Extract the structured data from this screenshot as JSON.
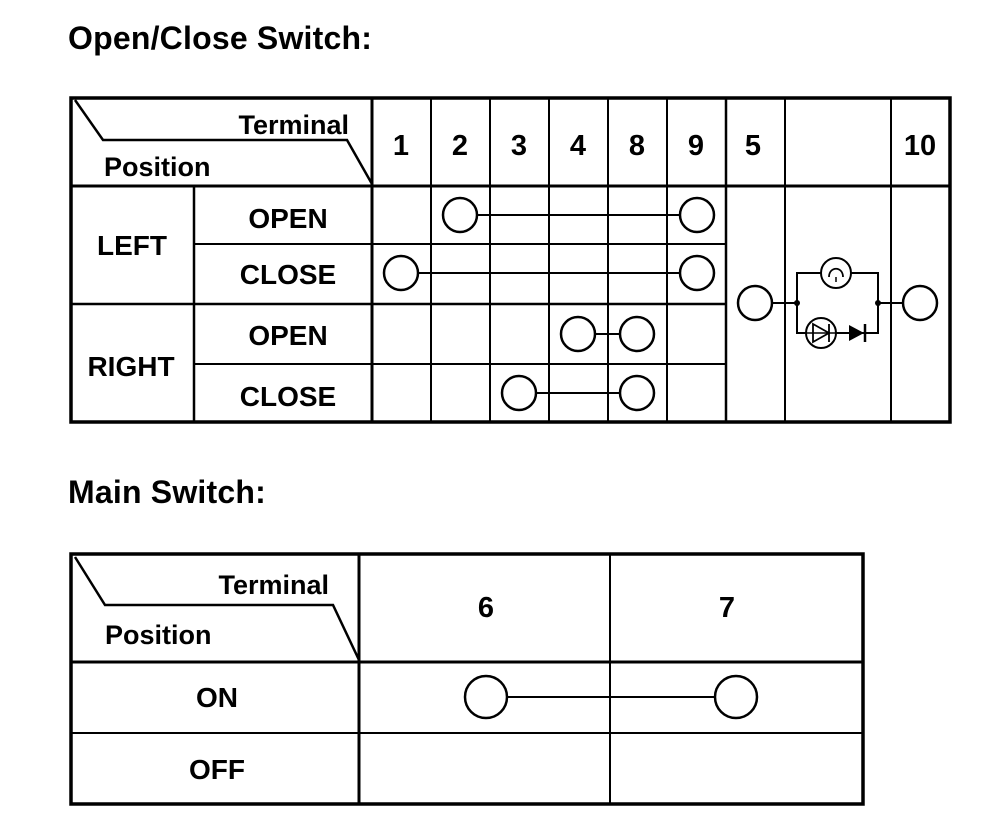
{
  "open_close_switch": {
    "title": "Open/Close Switch:",
    "header_terminal": "Terminal",
    "header_position": "Position",
    "terminals": [
      "1",
      "2",
      "3",
      "4",
      "8",
      "9",
      "5",
      "10"
    ],
    "groups": [
      {
        "label": "LEFT",
        "rows": [
          {
            "label": "OPEN",
            "terminals": [
              "2",
              "9"
            ]
          },
          {
            "label": "CLOSE",
            "terminals": [
              "1",
              "9"
            ]
          }
        ]
      },
      {
        "label": "RIGHT",
        "rows": [
          {
            "label": "OPEN",
            "terminals": [
              "4",
              "8"
            ]
          },
          {
            "label": "CLOSE",
            "terminals": [
              "3",
              "8"
            ]
          }
        ]
      }
    ],
    "illumination": {
      "terminals": [
        "5",
        "10"
      ],
      "elements": [
        "bulb-icon",
        "led-icon",
        "diode-icon"
      ]
    }
  },
  "main_switch": {
    "title": "Main Switch:",
    "header_terminal": "Terminal",
    "header_position": "Position",
    "terminals": [
      "6",
      "7"
    ],
    "rows": [
      {
        "label": "ON",
        "terminals": [
          "6",
          "7"
        ]
      },
      {
        "label": "OFF",
        "terminals": []
      }
    ]
  }
}
